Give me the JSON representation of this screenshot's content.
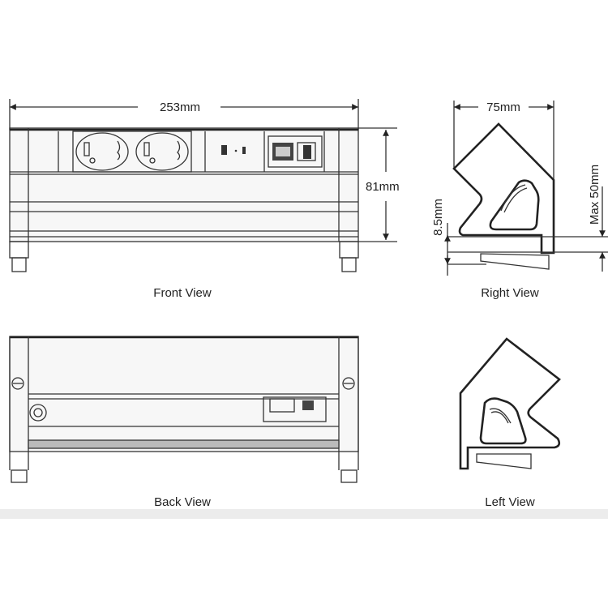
{
  "dimensions": {
    "width": "253mm",
    "height": "81mm",
    "depth": "75mm",
    "offset": "8.5mm",
    "max_desk": "Max 50mm"
  },
  "views": {
    "front": "Front View",
    "right": "Right View",
    "back": "Back View",
    "left": "Left  View"
  },
  "colors": {
    "line": "#333333",
    "background": "#ffffff",
    "footer_band": "#ececec"
  }
}
